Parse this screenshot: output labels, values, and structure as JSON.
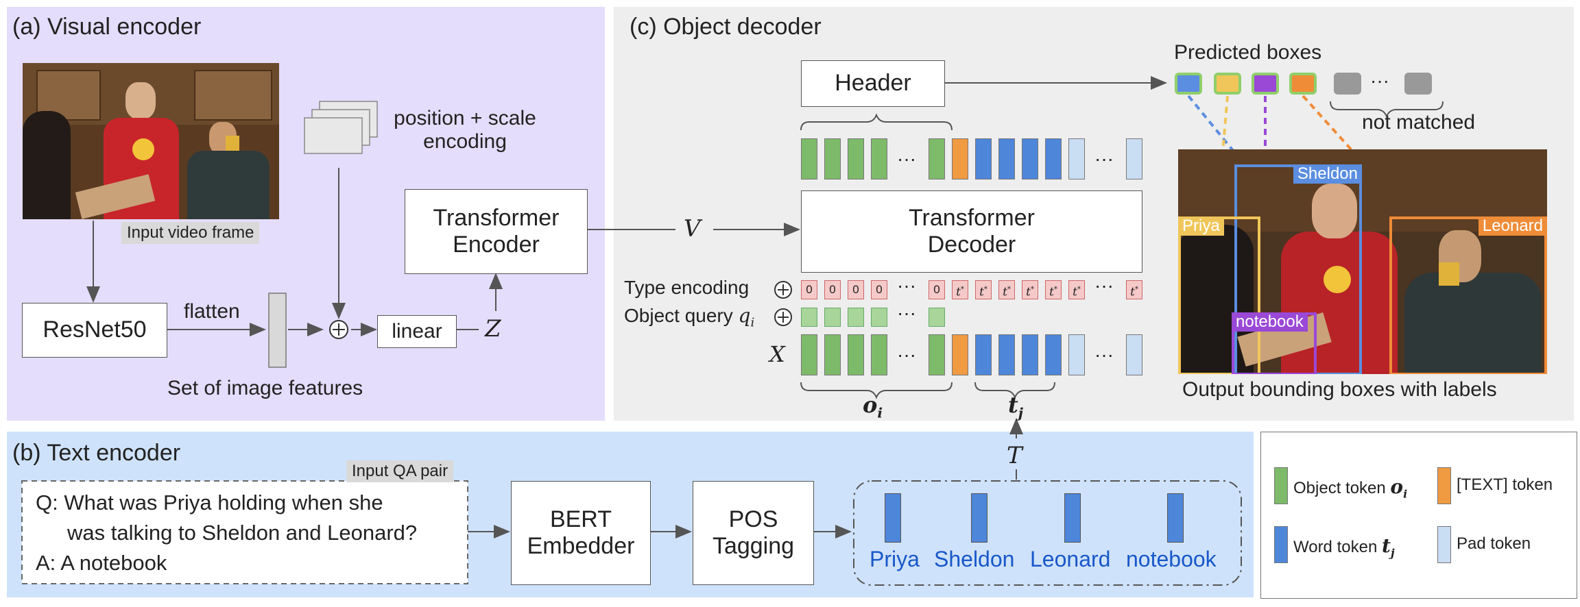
{
  "panels": {
    "a_title": "(a) Visual encoder",
    "b_title": "(b) Text encoder",
    "c_title": "(c) Object decoder"
  },
  "visual": {
    "input_frame_label": "Input video frame",
    "pos_scale_line1": "position + scale",
    "pos_scale_line2": "encoding",
    "resnet": "ResNet50",
    "flatten": "flatten",
    "features_label": "Set of image features",
    "linear": "linear",
    "z": "Z",
    "encoder_line1": "Transformer",
    "encoder_line2": "Encoder",
    "v": "V"
  },
  "decoder": {
    "header": "Header",
    "decoder_line1": "Transformer",
    "decoder_line2": "Decoder",
    "type_encoding": "Type encoding",
    "object_query": "Object query",
    "object_query_sym": "q",
    "object_query_sub": "i",
    "x": "X",
    "o_sym": "o",
    "o_sub": "i",
    "t_sym": "t",
    "t_sub": "j",
    "t_in": "T",
    "type_zero": "0",
    "type_t": "t",
    "type_t_sup": "*",
    "ellipsis": "···"
  },
  "output": {
    "predicted_boxes": "Predicted boxes",
    "not_matched": "not matched",
    "caption": "Output bounding boxes with labels",
    "labels": [
      "Sheldon",
      "Priya",
      "Leonard",
      "notebook"
    ]
  },
  "text": {
    "qa_chip": "Input QA pair",
    "q_line1": "Q: What was Priya holding when she",
    "q_line2": "was talking to Sheldon and Leonard?",
    "a_line": "A: A notebook",
    "bert_line1": "BERT",
    "bert_line2": "Embedder",
    "pos_line1": "POS",
    "pos_line2": "Tagging",
    "words": [
      "Priya",
      "Sheldon",
      "Leonard",
      "notebook"
    ]
  },
  "legend": {
    "object_token": "Object token",
    "object_sym": "o",
    "object_sub": "i",
    "text_token": "[TEXT] token",
    "word_token": "Word token",
    "word_sym": "t",
    "word_sub": "j",
    "pad_token": "Pad token"
  },
  "colors": {
    "object": "#7dbb6a",
    "text": "#f09a42",
    "word": "#4e86d9",
    "pad": "#c9ddf3",
    "sheldon": "#5b8ee0",
    "priya": "#f0c65a",
    "leonard": "#ef8c38",
    "notebook": "#9a48d6",
    "unmatched": "#999999"
  }
}
